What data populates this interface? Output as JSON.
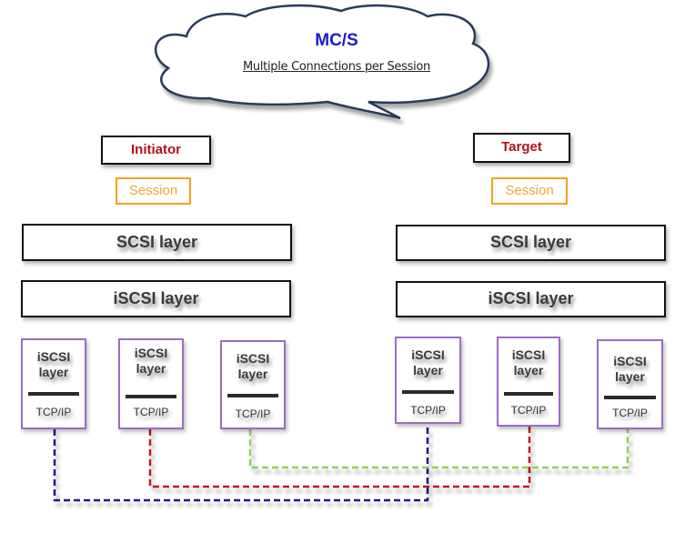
{
  "cloud": {
    "title": "MC/S",
    "subtitle": "Multiple Connections per Session"
  },
  "initiator": {
    "label": "Initiator",
    "session_label": "Session",
    "scsi_layer": "SCSI layer",
    "iscsi_layer": "iSCSI layer",
    "connections": [
      {
        "top": "iSCSI\nlayer",
        "bottom": "TCP/IP",
        "color": "blue"
      },
      {
        "top": "iSCSI\nlayer",
        "bottom": "TCP/IP",
        "color": "red"
      },
      {
        "top": "iSCSI\nlayer",
        "bottom": "TCP/IP",
        "color": "green"
      }
    ]
  },
  "target": {
    "label": "Target",
    "session_label": "Session",
    "scsi_layer": "SCSI layer",
    "iscsi_layer": "iSCSI layer",
    "connections": [
      {
        "top": "iSCSI\nlayer",
        "bottom": "TCP/IP",
        "color": "blue"
      },
      {
        "top": "iSCSI\nlayer",
        "bottom": "TCP/IP",
        "color": "red"
      },
      {
        "top": "iSCSI\nlayer",
        "bottom": "TCP/IP",
        "color": "green"
      }
    ]
  },
  "colors": {
    "blue": "#1c1c8a",
    "red": "#c0141c",
    "green": "#8fd14f",
    "session_border": "#f2a21e",
    "connection_border": "#9a6cc8",
    "role_text": "#b0101a",
    "cloud_title": "#1a1ad0",
    "cloud_outline": "#2a3a5a"
  }
}
